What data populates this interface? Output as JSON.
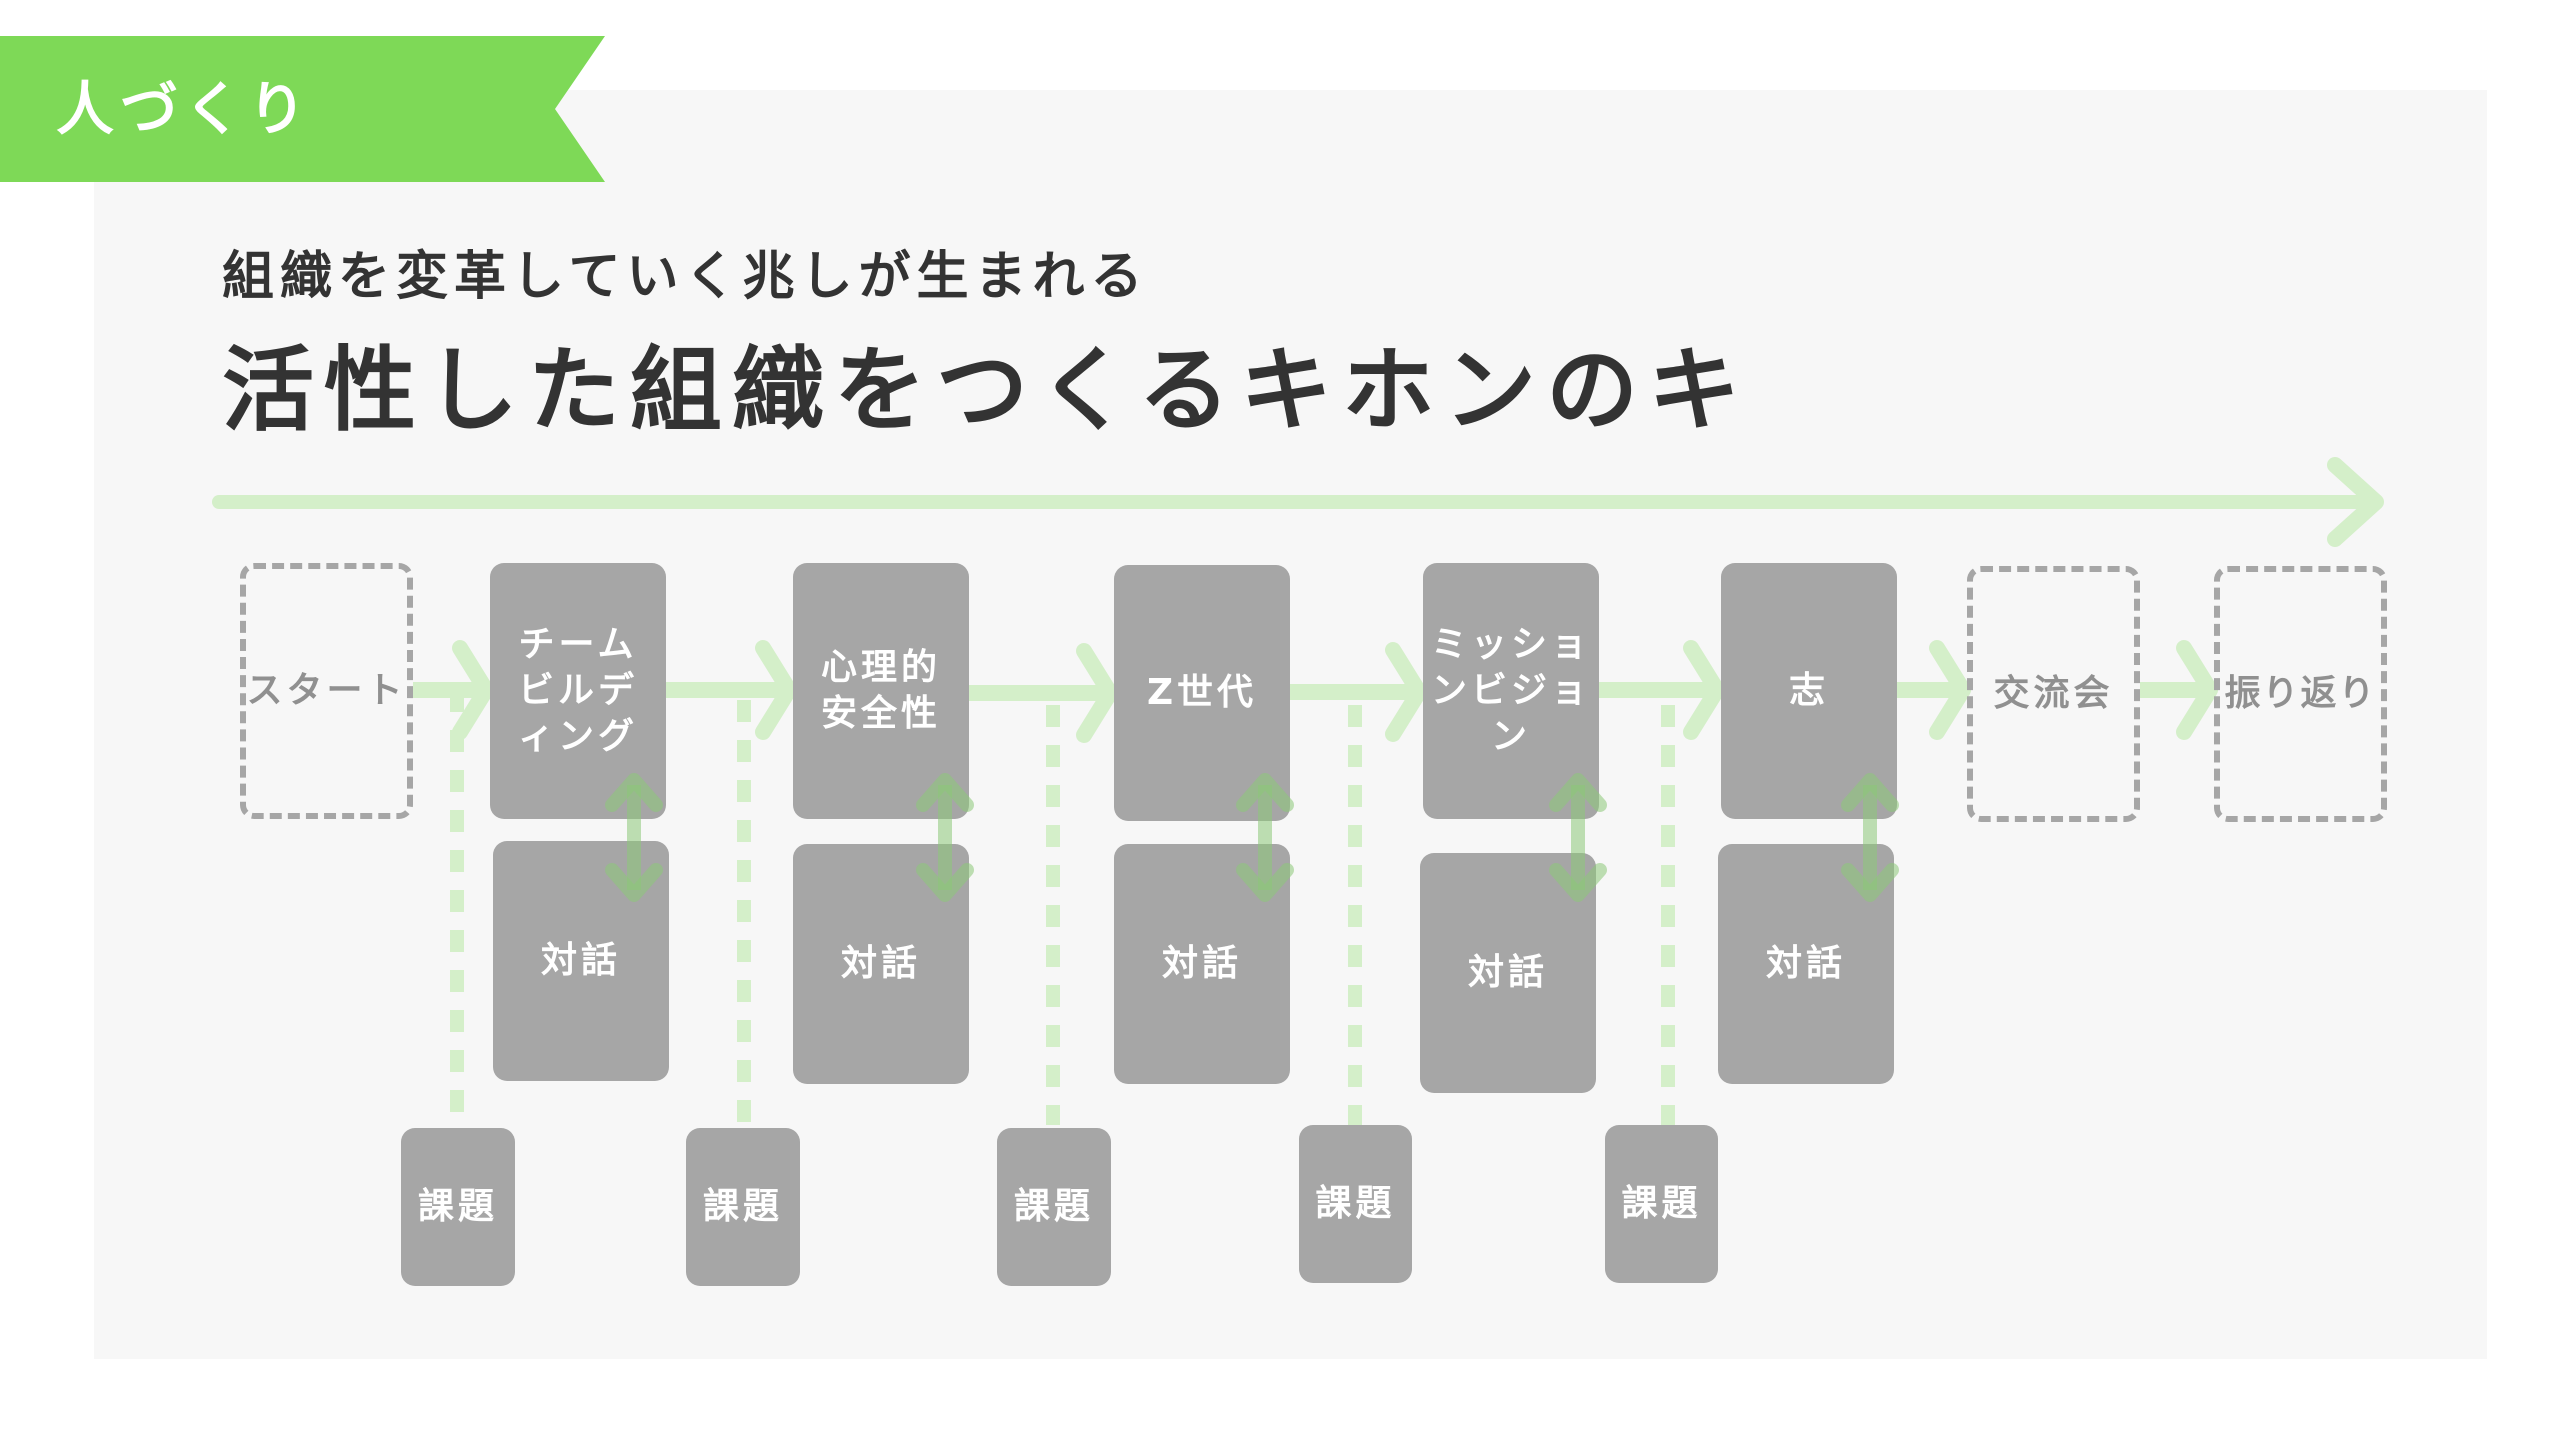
{
  "ribbon": {
    "label": "人づくり",
    "color": "#7ed957"
  },
  "header": {
    "subtitle": "組織を変革していく兆しが生まれる",
    "title": "活性した組織をつくるキホンのキ"
  },
  "colors": {
    "arrow": "#d4efc9",
    "box": "#a6a6a6",
    "text_dark": "#333333",
    "panel": "#f7f7f7"
  },
  "flow": {
    "steps": [
      {
        "label": "スタート",
        "style": "dashed"
      },
      {
        "label": "チームビルディング",
        "style": "solid"
      },
      {
        "label": "心理的安全性",
        "style": "solid"
      },
      {
        "label": "Z世代",
        "style": "solid"
      },
      {
        "label": "ミッションビジョン",
        "style": "solid"
      },
      {
        "label": "志",
        "style": "solid"
      },
      {
        "label": "交流会",
        "style": "dashed"
      },
      {
        "label": "振り返り",
        "style": "dashed"
      }
    ],
    "dialogue_label": "対話",
    "issue_label": "課題"
  }
}
